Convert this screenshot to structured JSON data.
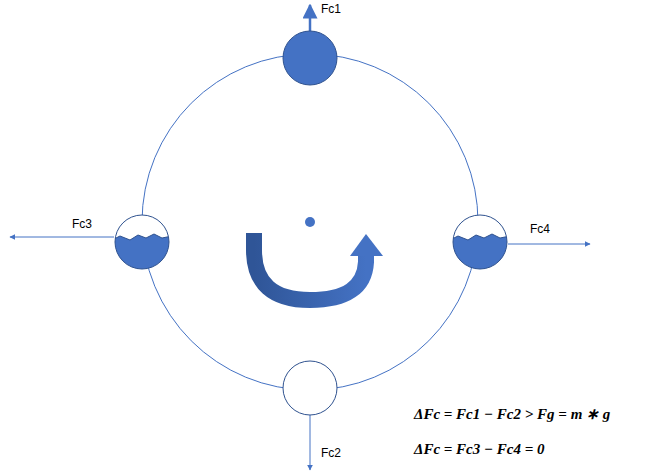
{
  "diagram": {
    "labels": [
      "Fc1",
      "Fc3",
      "Fc4",
      "Fc2",
      "ΔFc = Fc1 − Fc2 > Fg = m ∗ g",
      "ΔFc = Fc3 − Fc4 = 0"
    ]
  }
}
